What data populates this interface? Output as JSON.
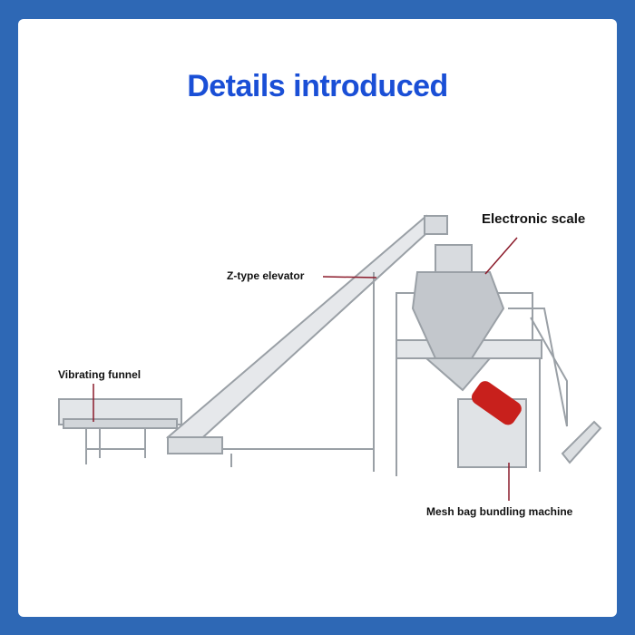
{
  "title": "Details introduced",
  "labels": {
    "electronic_scale": "Electronic scale",
    "z_type_elevator": "Z-type elevator",
    "vibrating_funnel": "Vibrating funnel",
    "mesh_bag_machine": "Mesh bag bundling machine"
  },
  "colors": {
    "frame": "#2e68b5",
    "title": "#1a4fd6",
    "leader": "#8b1a2a",
    "bag": "#c8201c"
  }
}
